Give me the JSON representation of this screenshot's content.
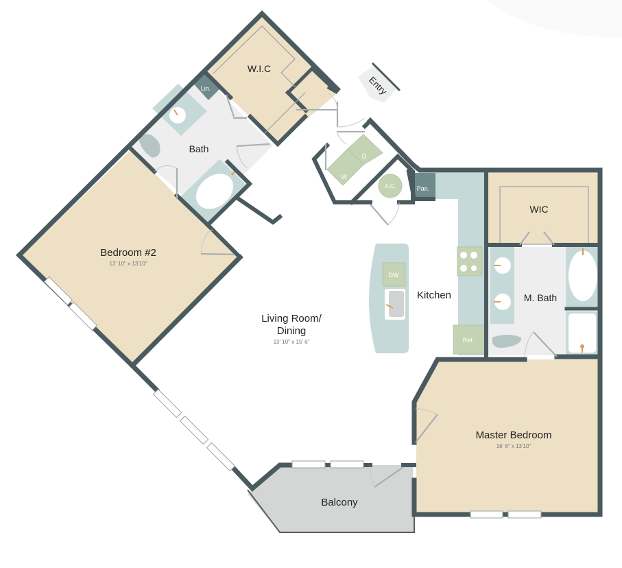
{
  "colors": {
    "wall": "#4a5a5e",
    "bedroom_fill": "#eee0c5",
    "wet_fill": "#eeeeee",
    "fixture_teal": "#c5d9d8",
    "appliance_green": "#c5d3b5",
    "pantry": "#6f8a8c",
    "balcony": "#d3d6d5",
    "white": "#ffffff",
    "accent_faucet": "#d9a05b",
    "corner_blob": "#fafafa"
  },
  "rooms": {
    "bedroom2": {
      "name": "Bedroom #2",
      "dims": "13' 10\" x 13'10\""
    },
    "living": {
      "name_line1": "Living Room/",
      "name_line2": "Dining",
      "dims": "13' 10\" x 15' 6\""
    },
    "master": {
      "name": "Master Bedroom",
      "dims": "16' 6\" x 13'10\""
    },
    "wic_small": {
      "name": "W.I.C"
    },
    "bath": {
      "name": "Bath"
    },
    "linen": {
      "name": "Lin."
    },
    "kitchen": {
      "name": "Kitchen"
    },
    "master_wic": {
      "name": "WIC"
    },
    "master_bath": {
      "name": "M. Bath"
    },
    "balcony": {
      "name": "Balcony"
    },
    "entry": {
      "name": "Entry"
    },
    "pantry": {
      "name": "Pan."
    }
  },
  "appliances": {
    "dishwasher": "DW",
    "refrigerator": "Ref.",
    "washer": "W",
    "dryer": "D",
    "ac": "A.C."
  }
}
